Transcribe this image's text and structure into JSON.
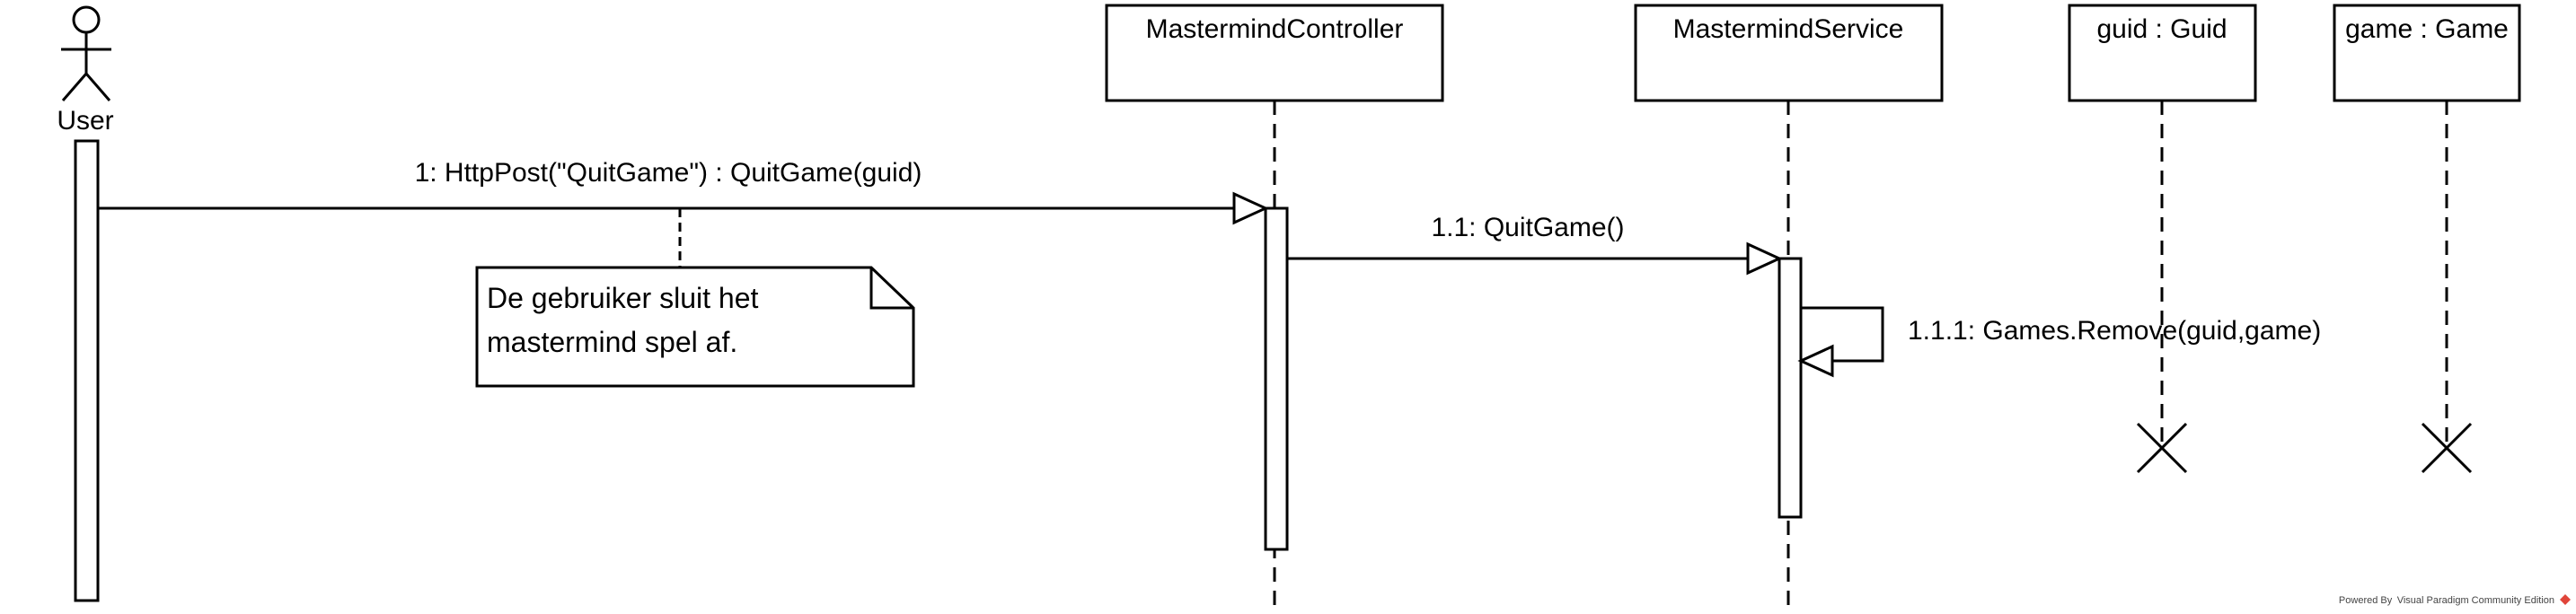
{
  "diagram": {
    "type": "sequence",
    "actor": {
      "label": "User"
    },
    "lifelines": [
      {
        "id": "controller",
        "label": "MastermindController"
      },
      {
        "id": "service",
        "label": "MastermindService"
      },
      {
        "id": "guid",
        "label": "guid : Guid"
      },
      {
        "id": "game",
        "label": "game : Game"
      }
    ],
    "messages": [
      {
        "id": "m1",
        "label": "1: HttpPost(\"QuitGame\") : QuitGame(guid)",
        "from": "User",
        "to": "MastermindController"
      },
      {
        "id": "m2",
        "label": "1.1: QuitGame()",
        "from": "MastermindController",
        "to": "MastermindService"
      },
      {
        "id": "m3",
        "label": "1.1.1: Games.Remove(guid,game)",
        "from": "MastermindService",
        "to": "MastermindService"
      }
    ],
    "note": {
      "lines": [
        "De gebruiker sluit het",
        "mastermind spel af."
      ]
    },
    "destroyed": [
      "guid : Guid",
      "game : Game"
    ],
    "watermark": "Powered By Visual Paradigm Community Edition"
  }
}
